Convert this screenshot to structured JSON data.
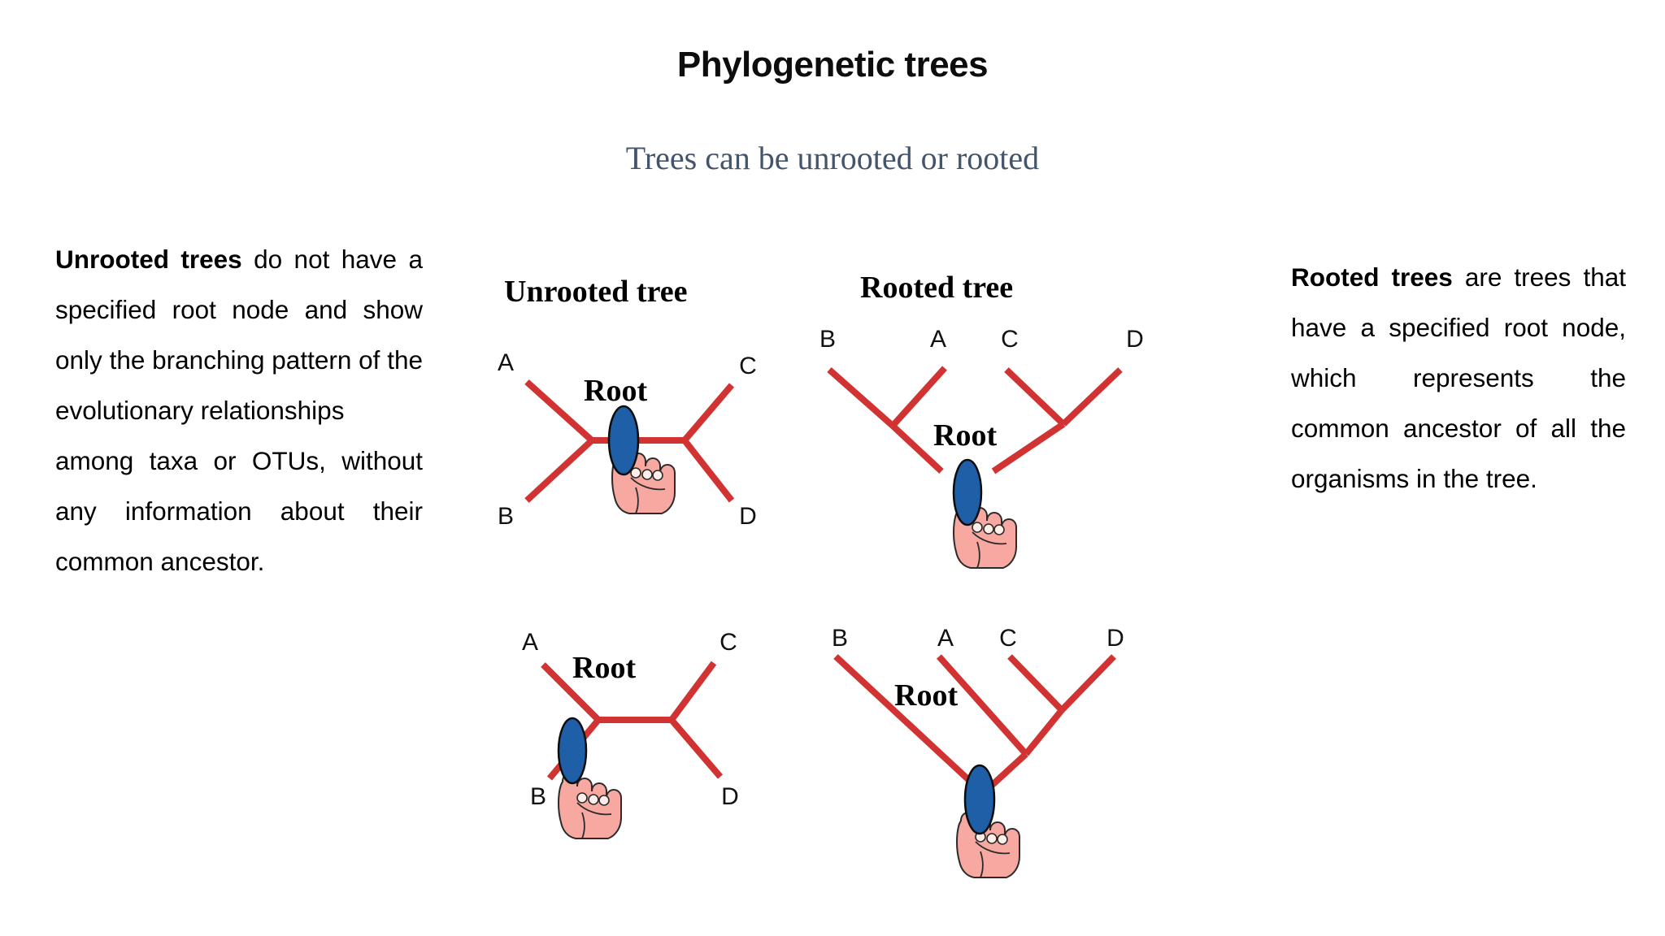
{
  "slide": {
    "title": "Phylogenetic trees",
    "subtitle": "Trees can be unrooted or rooted",
    "accent_red": "#d13232",
    "accent_blue": "#1f5fa8",
    "hand_pink": "#f7a8a0",
    "subtitle_color": "#44546a"
  },
  "left_panel": {
    "lead": "Unrooted trees",
    "body": " do not have a specified root node and show only the branching pattern of the evolutionary relationships",
    "body2": "among taxa or OTUs, without any information about their common ancestor."
  },
  "right_panel": {
    "lead": "Rooted trees",
    "body": " are trees that have a specified root node, which represents the common ancestor of all the organisms in the tree."
  },
  "diagrams": {
    "unrooted_caption": "Unrooted tree",
    "rooted_caption": "Rooted tree",
    "root_label": "Root",
    "unrooted_top": {
      "taxa": [
        "A",
        "B",
        "C",
        "D"
      ],
      "root_position": "central-internal-branch"
    },
    "unrooted_bottom": {
      "taxa": [
        "A",
        "B",
        "C",
        "D"
      ],
      "root_position": "B-terminal-branch"
    },
    "rooted_top": {
      "taxa": [
        "B",
        "A",
        "C",
        "D"
      ],
      "topology": "((B,A),(C,D))"
    },
    "rooted_bottom": {
      "taxa": [
        "B",
        "A",
        "C",
        "D"
      ],
      "topology": "(B,(A,(C,D)))"
    }
  }
}
